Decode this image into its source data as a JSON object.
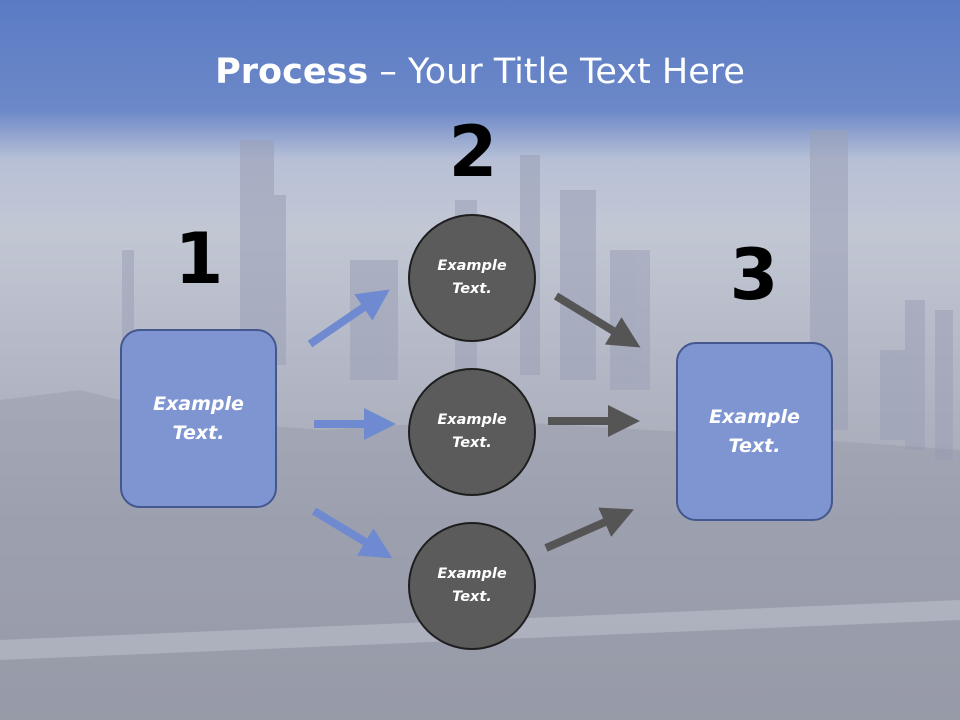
{
  "title": {
    "bold": "Process",
    "dash": " – ",
    "rest": "Your Title Text Here"
  },
  "steps": [
    {
      "number": "1"
    },
    {
      "number": "2"
    },
    {
      "number": "3"
    }
  ],
  "left_box": {
    "line1": "Example",
    "line2": "Text."
  },
  "circles": [
    {
      "line1": "Example",
      "line2": "Text."
    },
    {
      "line1": "Example",
      "line2": "Text."
    },
    {
      "line1": "Example",
      "line2": "Text."
    }
  ],
  "right_box": {
    "line1": "Example",
    "line2": "Text."
  },
  "colors": {
    "box_fill": "#7f95d2",
    "circle_fill": "#5b5b5b",
    "blue_arrow": "#6f8ad0",
    "gray_arrow": "#555555",
    "header": "#5a7bc4"
  }
}
